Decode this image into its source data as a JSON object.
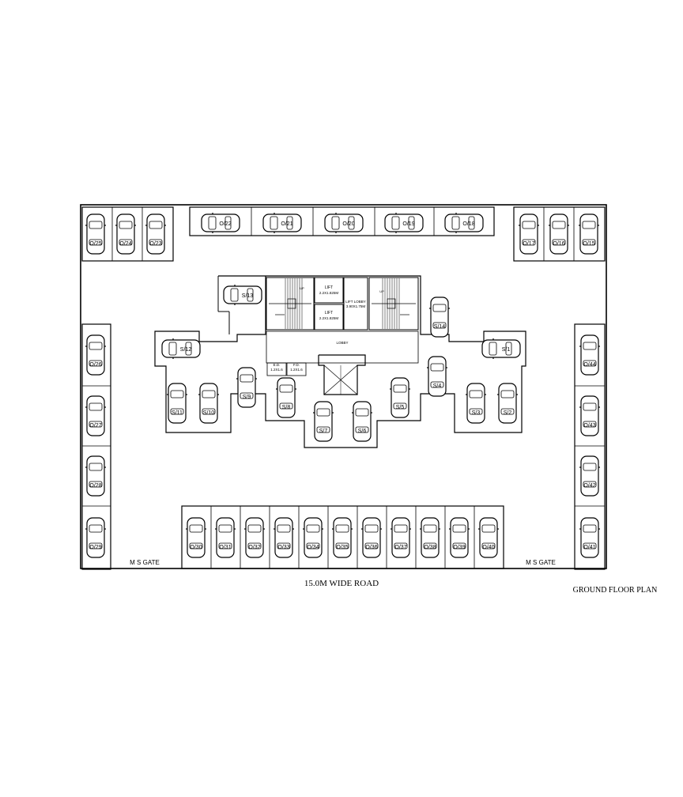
{
  "captions": {
    "road": "15.0M WIDE ROAD",
    "plan_title": "GROUND FLOOR PLAN",
    "gate_left": "M S GATE",
    "gate_right": "M S GATE"
  },
  "core": {
    "up1": "UP",
    "up2": "UP",
    "lift1_title": "LIFT",
    "lift1_dim": "2.2X1.825M",
    "lift2_title": "LIFT",
    "lift2_dim": "2.2X1.825M",
    "lift_lobby_title": "LIFT LOBBY",
    "lift_lobby_dim": "3.90X1.75M",
    "lobby": "LOBBY",
    "ed_title": "E.D.",
    "ed_dim": "1.2X1.6",
    "fd_title": "F.D.",
    "fd_dim": "1.2X1.6"
  },
  "parking": {
    "top_left": [
      "O/25",
      "O/24",
      "O/23"
    ],
    "top_middle": [
      "O/22",
      "O/21",
      "O/20",
      "O/19",
      "O/18"
    ],
    "top_right": [
      "O/17",
      "O/16",
      "O/15"
    ],
    "left_column": [
      "O/26",
      "O/27",
      "O/28",
      "O/29"
    ],
    "right_column": [
      "O/44",
      "O/43",
      "O/42",
      "O/41"
    ],
    "bottom_row": [
      "O/30",
      "O/31",
      "O/32",
      "O/33",
      "O/34",
      "O/35",
      "O/36",
      "O/37",
      "O/38",
      "O/39",
      "O/40"
    ],
    "stilt": [
      "S/13",
      "S/14",
      "S/12",
      "S/1",
      "S/11",
      "S/10",
      "S/9",
      "S/8",
      "S/7",
      "S/6",
      "S/5",
      "S/4",
      "S/3",
      "S/2"
    ]
  }
}
